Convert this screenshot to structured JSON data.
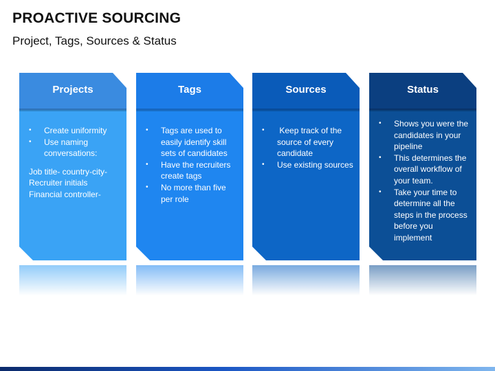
{
  "title": "PROACTIVE SOURCING",
  "subtitle": "Project, Tags, Sources & Status",
  "cards": [
    {
      "heading": "Projects",
      "color_head": "#3a8be0",
      "color_body": "#3aa3f5",
      "bullets": [
        "Create uniformity",
        "Use naming conversations:"
      ],
      "lines": [
        "Job title- country-city-",
        "Recruiter initials",
        "Financial controller-"
      ]
    },
    {
      "heading": "Tags",
      "color_head": "#1c7ce8",
      "color_body": "#1f86f0",
      "bullets": [
        "Tags are used to easily identify skill sets of candidates",
        "Have the recruiters create tags",
        "No more than five per role"
      ]
    },
    {
      "heading": "Sources",
      "color_head": "#0a5bb9",
      "color_body": "#0d66c6",
      "bullets": [
        " Keep track of the source of every candidate",
        "Use existing sources"
      ]
    },
    {
      "heading": "Status",
      "color_head": "#0b3f80",
      "color_body": "#0c4f96",
      "bullets": [
        "Shows you were the candidates in your pipeline",
        "This determines the overall workflow of your team.",
        "Take your time to determine all the steps in the process before you implement"
      ]
    }
  ]
}
